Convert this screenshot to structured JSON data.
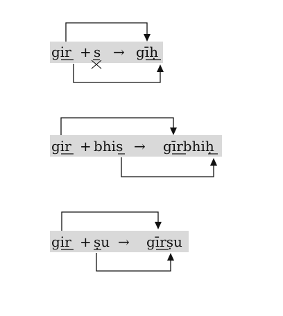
{
  "examples": [
    {
      "stem": "gir",
      "plus": "+",
      "suffix": "s",
      "arrow": "→",
      "result": "gīḥ",
      "suffix_blocked": true
    },
    {
      "stem": "gir",
      "plus": "+",
      "suffix": "bhis",
      "arrow": "→",
      "result": "gīrbhiḥ",
      "suffix_blocked": false
    },
    {
      "stem": "gir",
      "plus": "+",
      "suffix": "ṣu",
      "arrow": "→",
      "result": "gīrṣu",
      "suffix_blocked": false
    }
  ],
  "colors": {
    "highlight_box": "#d9d9d9",
    "ink": "#111111"
  }
}
